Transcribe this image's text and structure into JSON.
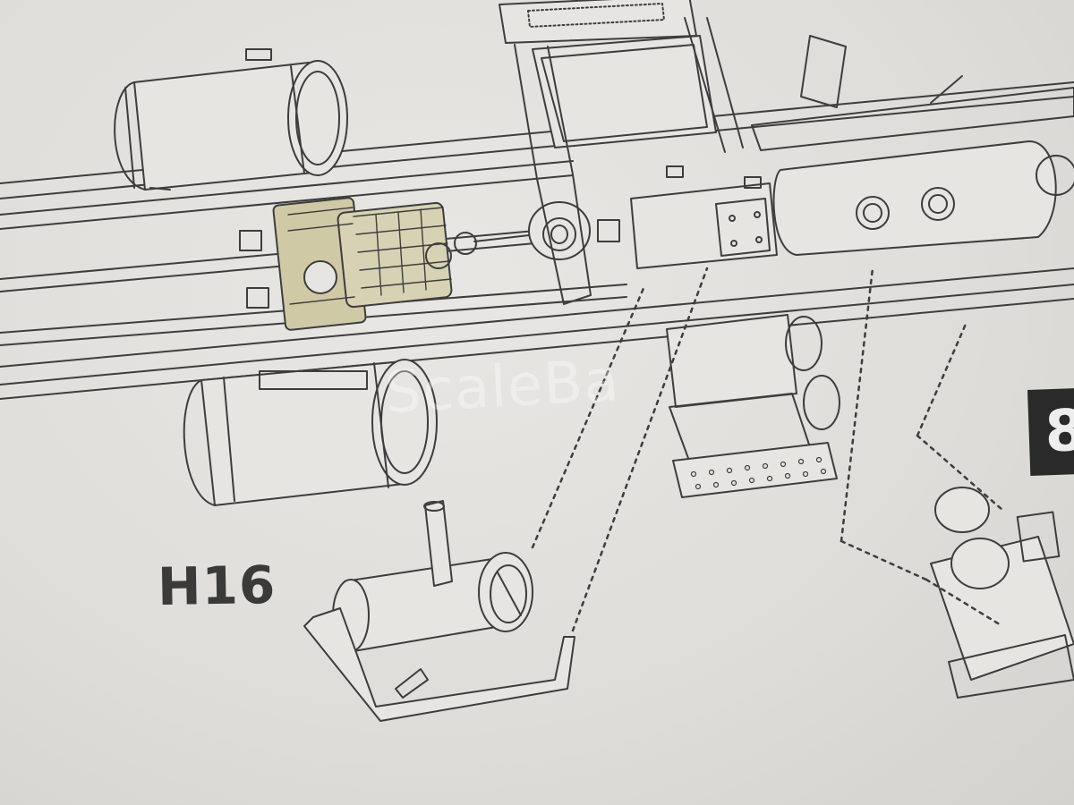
{
  "diagram": {
    "part_label": "H16",
    "step_number": "8",
    "watermark": "ScaleBa"
  },
  "colors": {
    "paper": "#e1dfdc",
    "line": "#3a3a3a",
    "detail_tint": "#cfc9a6",
    "badge": "#2a2a2a"
  }
}
